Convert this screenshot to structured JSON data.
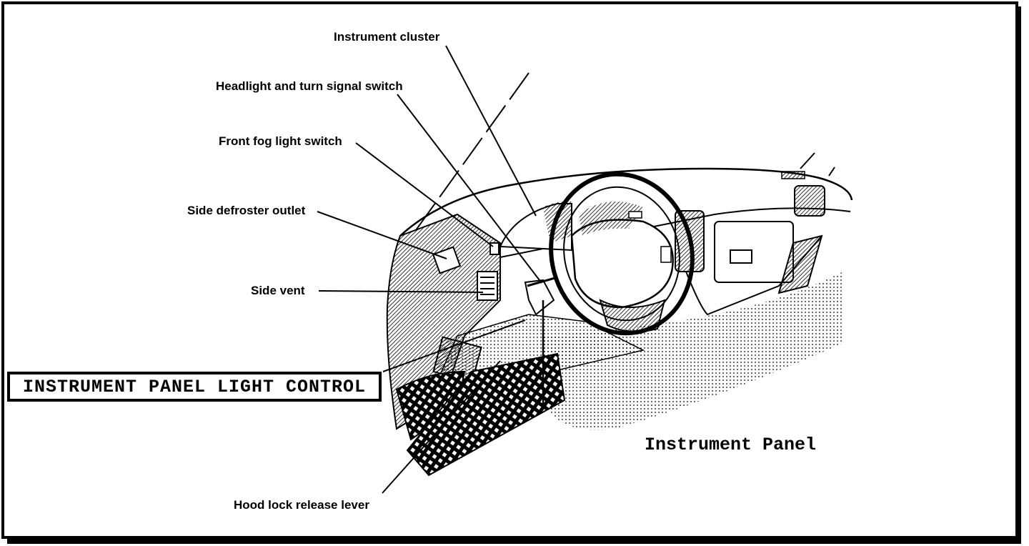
{
  "callouts": {
    "instrument_cluster": "Instrument cluster",
    "headlight_switch": "Headlight and turn signal switch",
    "fog_light_switch": "Front fog light switch",
    "side_defroster": "Side defroster outlet",
    "side_vent": "Side vent",
    "hood_lock": "Hood lock release lever"
  },
  "title_box": "INSTRUMENT PANEL LIGHT CONTROL",
  "caption": "Instrument Panel"
}
